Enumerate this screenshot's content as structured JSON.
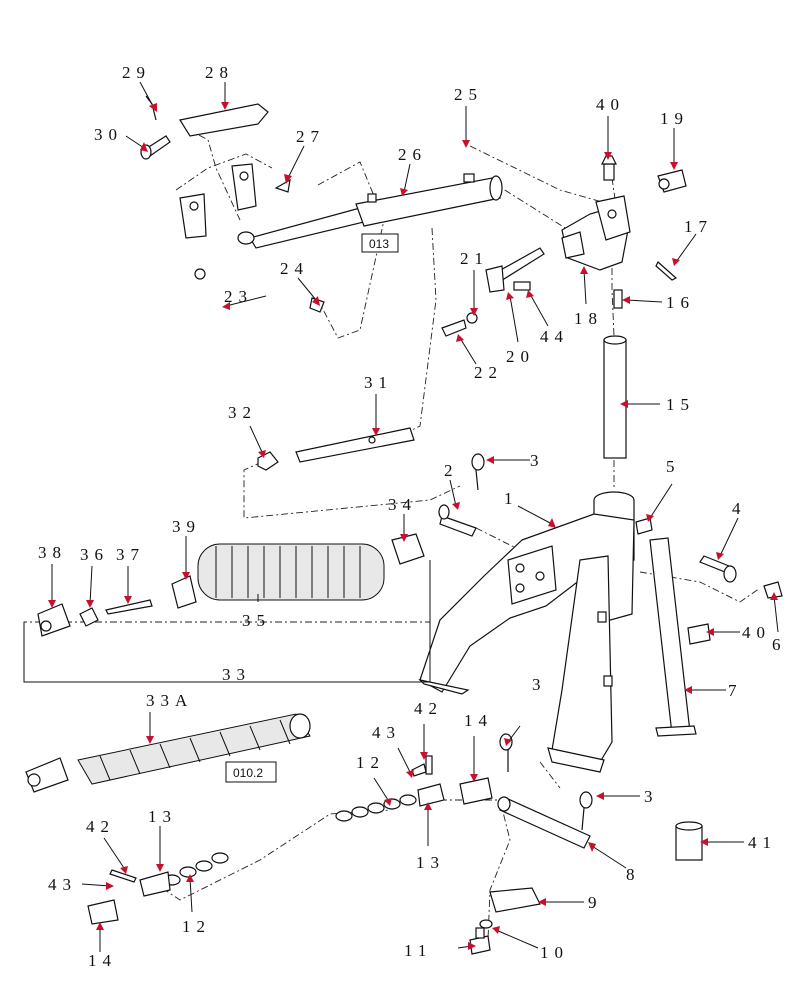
{
  "diagram": {
    "callouts": {
      "c1": "1",
      "c2": "2",
      "c3a": "3",
      "c3b": "3",
      "c3c": "3",
      "c4": "4",
      "c5": "5",
      "c6": "6",
      "c7": "7",
      "c8": "8",
      "c9": "9",
      "c10": "10",
      "c11": "11",
      "c12a": "12",
      "c12b": "12",
      "c13a": "13",
      "c13b": "13",
      "c14a": "14",
      "c14b": "14",
      "c15": "15",
      "c16": "16",
      "c17": "17",
      "c18": "18",
      "c19": "19",
      "c20": "20",
      "c21": "21",
      "c22": "22",
      "c23": "23",
      "c24": "24",
      "c25": "25",
      "c26": "26",
      "c27": "27",
      "c28": "28",
      "c29": "29",
      "c30": "30",
      "c31": "31",
      "c32": "32",
      "c33": "33",
      "c33a": "33A",
      "c34": "34",
      "c35": "35",
      "c36": "36",
      "c37": "37",
      "c38": "38",
      "c39": "39",
      "c40a": "40",
      "c40b": "40",
      "c41": "41",
      "c42a": "42",
      "c42b": "42",
      "c43a": "43",
      "c43b": "43",
      "c44": "44"
    },
    "references": {
      "ref013": "013",
      "ref0102": "010.2"
    },
    "colors": {
      "line": "#111111",
      "leader_tip": "#c8102e",
      "background": "#ffffff"
    }
  }
}
